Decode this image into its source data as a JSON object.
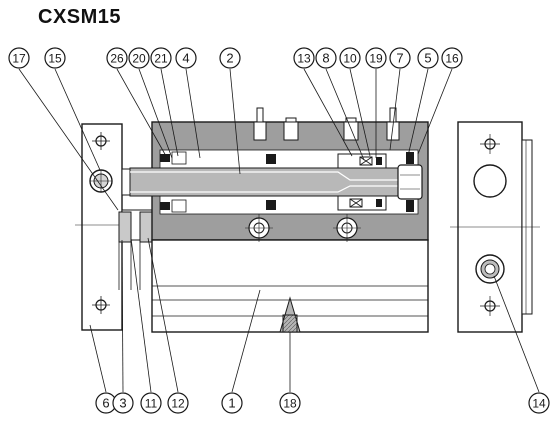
{
  "title": "CXSM15",
  "colors": {
    "ink": "#1a1a1a",
    "gray": "#9a9a9a",
    "gray_dark": "#7a7a7a",
    "gray_light": "#cfcfcf",
    "paper": "#ffffff"
  },
  "callouts": [
    {
      "id": "c17",
      "label": "17"
    },
    {
      "id": "c15",
      "label": "15"
    },
    {
      "id": "c26",
      "label": "26"
    },
    {
      "id": "c20",
      "label": "20"
    },
    {
      "id": "c21",
      "label": "21"
    },
    {
      "id": "c4",
      "label": "4"
    },
    {
      "id": "c2",
      "label": "2"
    },
    {
      "id": "c13",
      "label": "13"
    },
    {
      "id": "c8",
      "label": "8"
    },
    {
      "id": "c10",
      "label": "10"
    },
    {
      "id": "c19",
      "label": "19"
    },
    {
      "id": "c7",
      "label": "7"
    },
    {
      "id": "c5",
      "label": "5"
    },
    {
      "id": "c16",
      "label": "16"
    },
    {
      "id": "c6",
      "label": "6"
    },
    {
      "id": "c3",
      "label": "3"
    },
    {
      "id": "c11",
      "label": "11"
    },
    {
      "id": "c12",
      "label": "12"
    },
    {
      "id": "c1",
      "label": "1"
    },
    {
      "id": "c18",
      "label": "18"
    },
    {
      "id": "c14",
      "label": "14"
    }
  ]
}
